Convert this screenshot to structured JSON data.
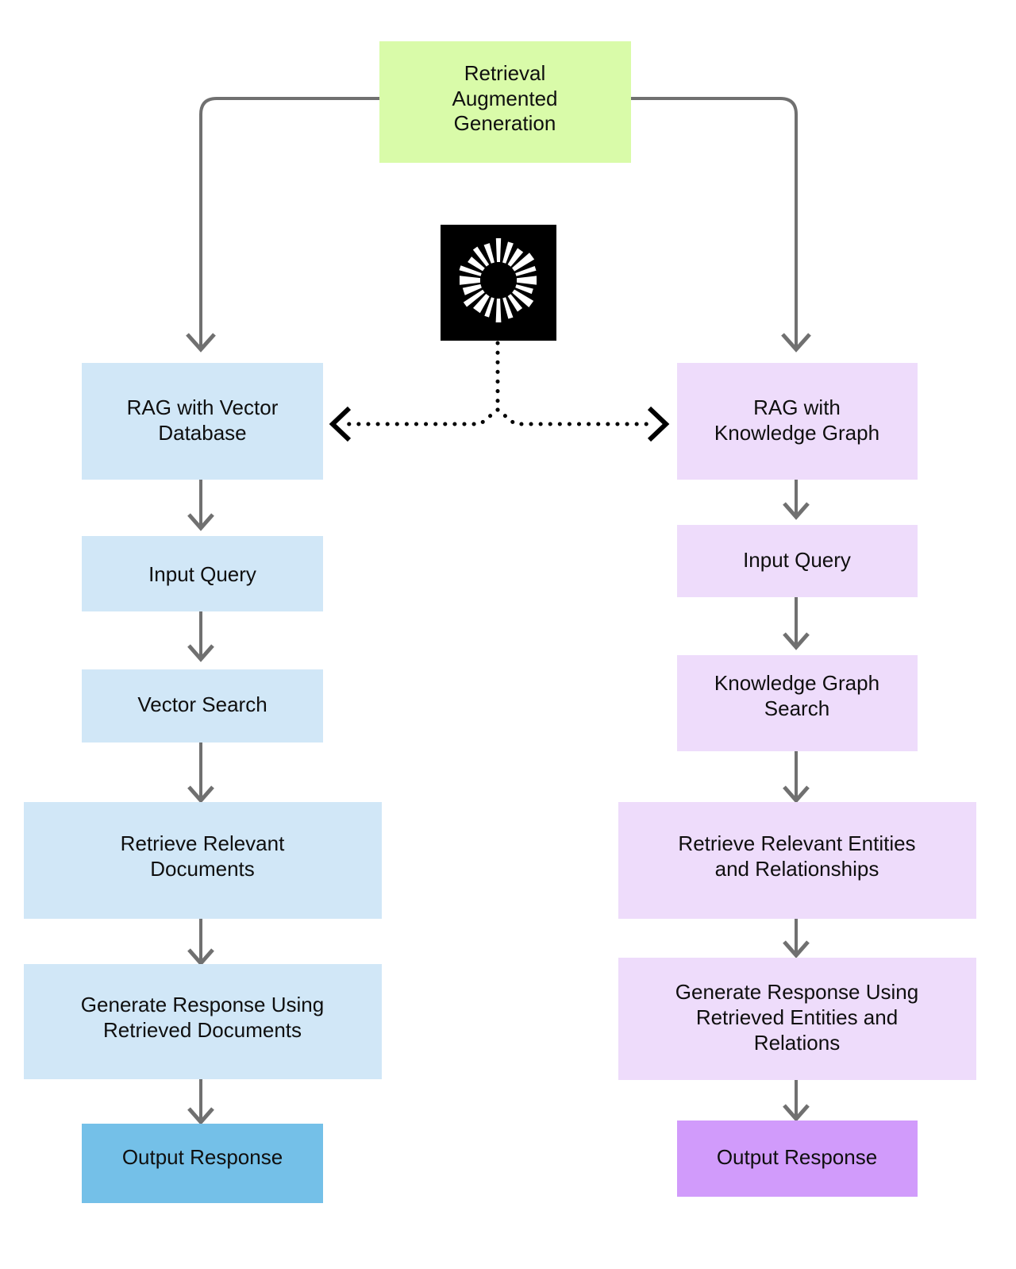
{
  "diagram": {
    "title": "Retrieval Augmented Generation comparison flowchart",
    "colors": {
      "green": "#d9fba9",
      "light_blue": "#d1e7f7",
      "light_purple": "#eedcfb",
      "accent_blue": "#74c0e8",
      "accent_purple": "#d19bfb",
      "edge_gray": "#707070",
      "dotted_black": "#000000",
      "logo_background": "#000000",
      "logo_mark": "#ffffff",
      "text": "#0f0f0f",
      "page_background": "#ffffff"
    },
    "root": {
      "label": "Retrieval\nAugmented\nGeneration",
      "lines": [
        "Retrieval",
        "Augmented",
        "Generation"
      ],
      "fill": "#d9fba9"
    },
    "logo": {
      "name": "sunburst-logo",
      "background": "#000000",
      "mark": "#ffffff",
      "spokes": 20
    },
    "left_branch": {
      "name": "vector-database-branch",
      "fill": "#d1e7f7",
      "accent_fill": "#74c0e8",
      "nodes": [
        {
          "id": "left-0",
          "lines": [
            "RAG with Vector",
            "Database"
          ]
        },
        {
          "id": "left-1",
          "lines": [
            "Input Query"
          ]
        },
        {
          "id": "left-2",
          "lines": [
            "Vector Search"
          ]
        },
        {
          "id": "left-3",
          "lines": [
            "Retrieve Relevant",
            "Documents"
          ]
        },
        {
          "id": "left-4",
          "lines": [
            "Generate Response Using",
            "Retrieved Documents"
          ]
        },
        {
          "id": "left-5",
          "lines": [
            "Output Response"
          ]
        }
      ]
    },
    "right_branch": {
      "name": "knowledge-graph-branch",
      "fill": "#eedcfb",
      "accent_fill": "#d19bfb",
      "nodes": [
        {
          "id": "right-0",
          "lines": [
            "RAG with",
            "Knowledge Graph"
          ]
        },
        {
          "id": "right-1",
          "lines": [
            "Input Query"
          ]
        },
        {
          "id": "right-2",
          "lines": [
            "Knowledge Graph",
            "Search"
          ]
        },
        {
          "id": "right-3",
          "lines": [
            "Retrieve Relevant Entities",
            "and Relationships"
          ]
        },
        {
          "id": "right-4",
          "lines": [
            "Generate Response Using",
            "Retrieved Entities and",
            "Relations"
          ]
        },
        {
          "id": "right-5",
          "lines": [
            "Output Response"
          ]
        }
      ]
    },
    "connectors": {
      "root_to_left": "elbow-arrow-down",
      "root_to_right": "elbow-arrow-down",
      "logo_to_branches": "dotted-bidirectional-arrow",
      "vertical": "arrow-down"
    }
  }
}
